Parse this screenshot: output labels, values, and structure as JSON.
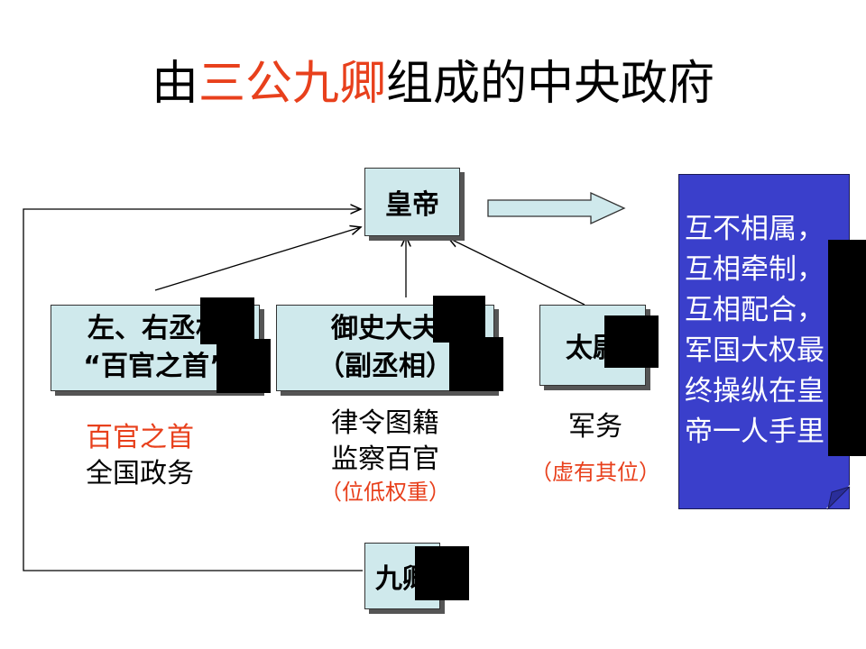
{
  "title": {
    "prefix": "由",
    "highlight": "三公九卿",
    "suffix": "组成的中央政府"
  },
  "nodes": {
    "emperor": "皇帝",
    "chancellor_line1": "左、右丞相",
    "chancellor_line2": "“百官之首”",
    "censor_line1": "御史大夫",
    "censor_line2": "（副丞相）",
    "taiwei": "太尉",
    "jiuqing": "九卿"
  },
  "duties": {
    "chancellor_line1": "百官之首",
    "chancellor_line2": "全国政务",
    "censor_line1": "律令图籍",
    "censor_line2": "监察百官",
    "censor_line3": "（位低权重）",
    "taiwei_line1": "军务",
    "taiwei_line2": "（虚有其位）"
  },
  "summary": {
    "lines": [
      "互不相属，",
      "互相牵制，",
      "互相配合，",
      "军国大权最",
      "终操纵在皇",
      "帝一人手里"
    ]
  },
  "colors": {
    "box_fill": "#cfe9ec",
    "summary_fill": "#3a3fcb",
    "accent_red": "#e8401c"
  }
}
